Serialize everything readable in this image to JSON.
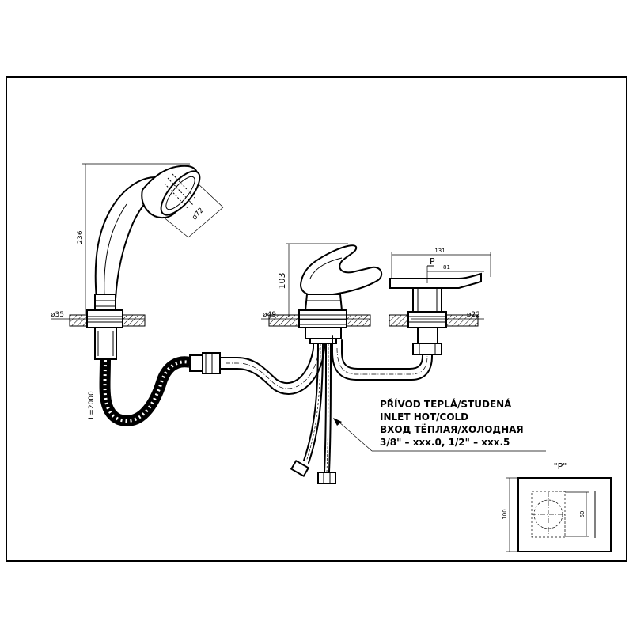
{
  "dimensions": {
    "handshower_height": "236",
    "handshower_head_dia": "ø72",
    "handshower_base_dia": "ø35",
    "hose_length": "L=2000",
    "mixer_height": "103",
    "mixer_base_dia": "ø49",
    "valve_width": "131",
    "valve_offset": "81",
    "valve_base_dia": "ø22",
    "detail_height": "100",
    "detail_inner": "60"
  },
  "labels": {
    "section_marker": "P",
    "detail_title": "\"P\""
  },
  "note": {
    "line1": "PŘÍVOD TEPLÁ/STUDENÁ",
    "line2": "INLET HOT/COLD",
    "line3": "ВХОД ТЁПЛАЯ/ХОЛОДНАЯ",
    "line4": "3/8\" – xxx.0, 1/2\" – xxx.5"
  }
}
